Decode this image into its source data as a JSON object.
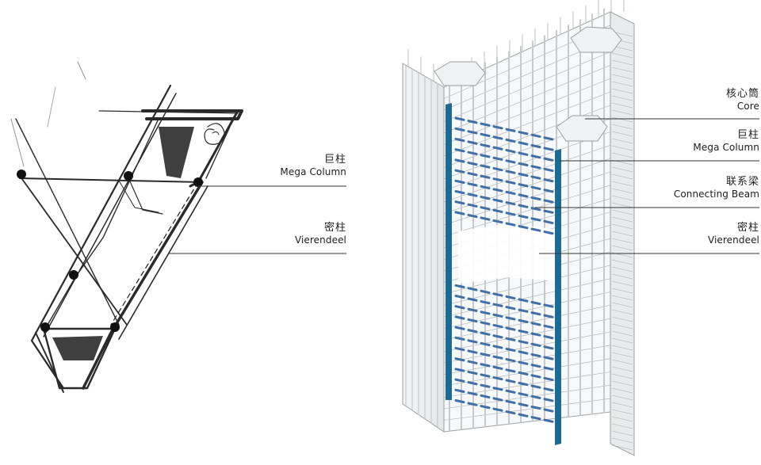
{
  "sketch": {
    "labels": [
      {
        "zh": "巨柱",
        "en": "Mega Column"
      },
      {
        "zh": "密柱",
        "en": "Vierendeel"
      }
    ]
  },
  "model": {
    "labels": [
      {
        "zh": "核心筒",
        "en": "Core"
      },
      {
        "zh": "巨柱",
        "en": "Mega Column"
      },
      {
        "zh": "联系梁",
        "en": "Connecting Beam"
      },
      {
        "zh": "密柱",
        "en": "Vierendeel"
      }
    ]
  },
  "colors": {
    "ink": "#1c1c1c",
    "leader": "#333333",
    "mega_column": "#1e6b91",
    "beam": "#3f6fa8",
    "glass": "#eceff1",
    "frame": "#8a8f93"
  }
}
